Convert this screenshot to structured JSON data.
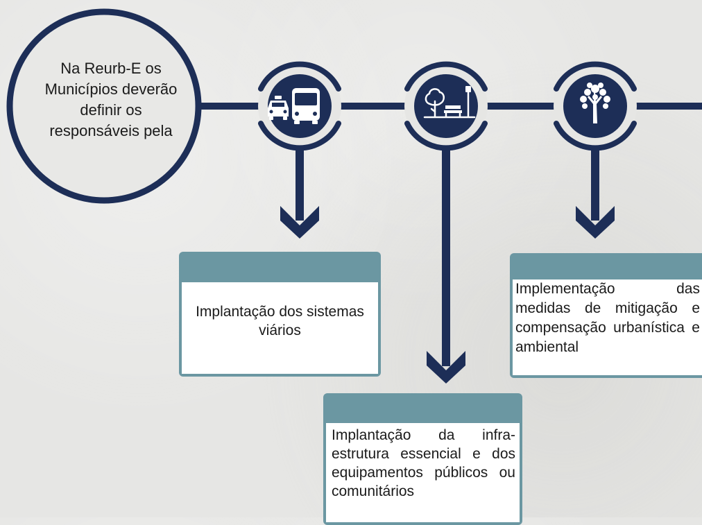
{
  "intro": {
    "text": "Na Reurb-E os\nMunicípios deverão\ndefinir os\nresponsáveis pela"
  },
  "steps": [
    {
      "icon": "car-and-bus-icon",
      "card_text": "Implantação dos sistemas viários"
    },
    {
      "icon": "park-tree-bench-lamp-icon",
      "card_text": "Implantação da infra-estrutura essencial e dos equipamentos públicos ou comunitários"
    },
    {
      "icon": "tree-icon",
      "card_text": "Implementação das medidas de mitigação e compensação urbanística e ambiental"
    }
  ],
  "colors": {
    "navy": "#1d2e57",
    "card_header": "#6b97a2",
    "card_body": "#ffffff",
    "background": "#e6e6e4"
  }
}
